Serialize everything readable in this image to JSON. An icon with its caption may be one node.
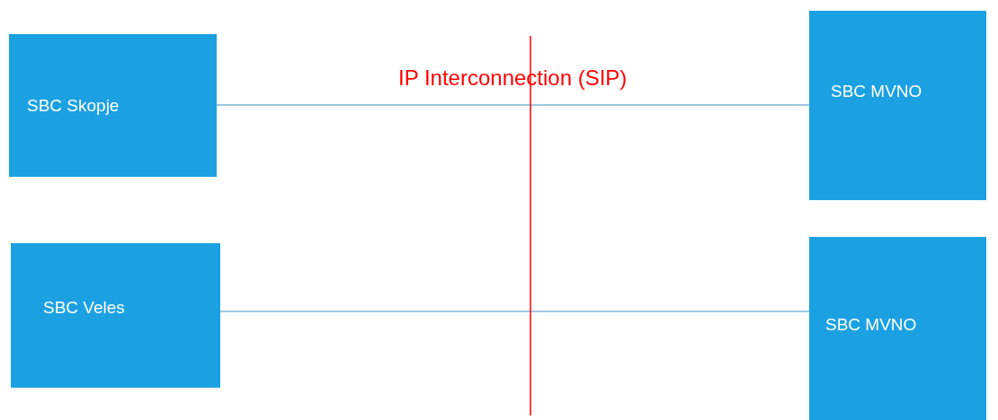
{
  "diagram": {
    "nodes": [
      {
        "text": [
          "SBC Skopje"
        ]
      },
      {
        "text": [
          "SBC MVNO"
        ]
      },
      {
        "text": [
          "SBC Veles"
        ]
      },
      {
        "text": [
          "SBC MVNO"
        ]
      }
    ],
    "edges": [
      {
        "from": 0,
        "to": 1,
        "arrow": "none"
      },
      {
        "from": 2,
        "to": 3,
        "arrow": "none"
      }
    ],
    "labels": [
      "IP Interconnection (SIP)"
    ]
  }
}
